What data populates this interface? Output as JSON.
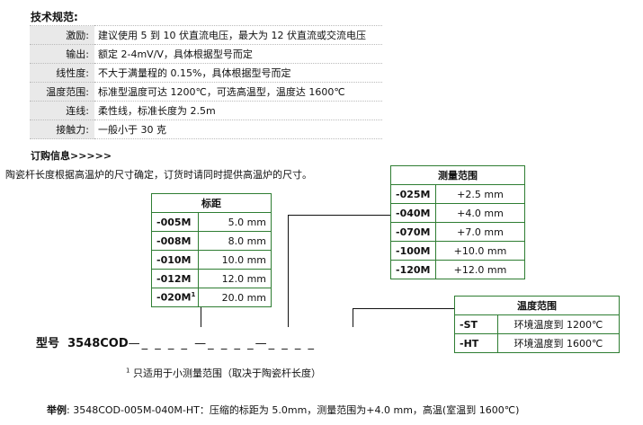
{
  "tech": {
    "title": "技术规范:",
    "rows": [
      {
        "key": "激励:",
        "value": "建议使用 5 到 10 伏直流电压，最大为 12 伏直流或交流电压"
      },
      {
        "key": "输出:",
        "value": "额定 2-4mV/V，具体根据型号而定"
      },
      {
        "key": "线性度:",
        "value": "不大于满量程的 0.15%，具体根据型号而定"
      },
      {
        "key": "温度范围:",
        "value": "标准型温度可达 1200℃，可选高温型，温度达 1600℃"
      },
      {
        "key": "连线:",
        "value": "柔性线，标准长度为 2.5m"
      },
      {
        "key": "接触力:",
        "value": "一般小于 30 克"
      }
    ]
  },
  "order": {
    "title": "订购信息>>>>>",
    "intro": "陶瓷杆长度根据高温炉的尺寸确定，订货时请同时提供高温炉的尺寸。"
  },
  "gauge": {
    "header": "标距",
    "rows": [
      {
        "code": "-005M",
        "value": "5.0 mm"
      },
      {
        "code": "-008M",
        "value": "8.0 mm"
      },
      {
        "code": "-010M",
        "value": "10.0 mm"
      },
      {
        "code": "-012M",
        "value": "12.0 mm"
      },
      {
        "code": "-020M",
        "sup": "1",
        "value": "20.0 mm"
      }
    ]
  },
  "range": {
    "header": "测量范围",
    "rows": [
      {
        "code": "-025M",
        "value": "+2.5 mm"
      },
      {
        "code": "-040M",
        "value": "+4.0 mm"
      },
      {
        "code": "-070M",
        "value": "+7.0 mm"
      },
      {
        "code": "-100M",
        "value": "+10.0 mm"
      },
      {
        "code": "-120M",
        "value": "+12.0 mm"
      }
    ]
  },
  "temp": {
    "header": "温度范围",
    "rows": [
      {
        "code": "-ST",
        "value": "环境温度到 1200℃"
      },
      {
        "code": "-HT",
        "value": "环境温度到 1600℃"
      }
    ]
  },
  "model": {
    "label": "型号",
    "name": "3548COD",
    "pattern": "—_ _ _ _ —_ _ _ _—_ _ _ _"
  },
  "footnote": {
    "mark": "1",
    "text": " 只适用于小测量范围（取决于陶瓷杆长度）"
  },
  "example": {
    "label": "举例",
    "text": ": 3548COD-005M-040M-HT：压缩的标距为 5.0mm，测量范围为+4.0 mm，高温(室温到 1600℃)"
  }
}
